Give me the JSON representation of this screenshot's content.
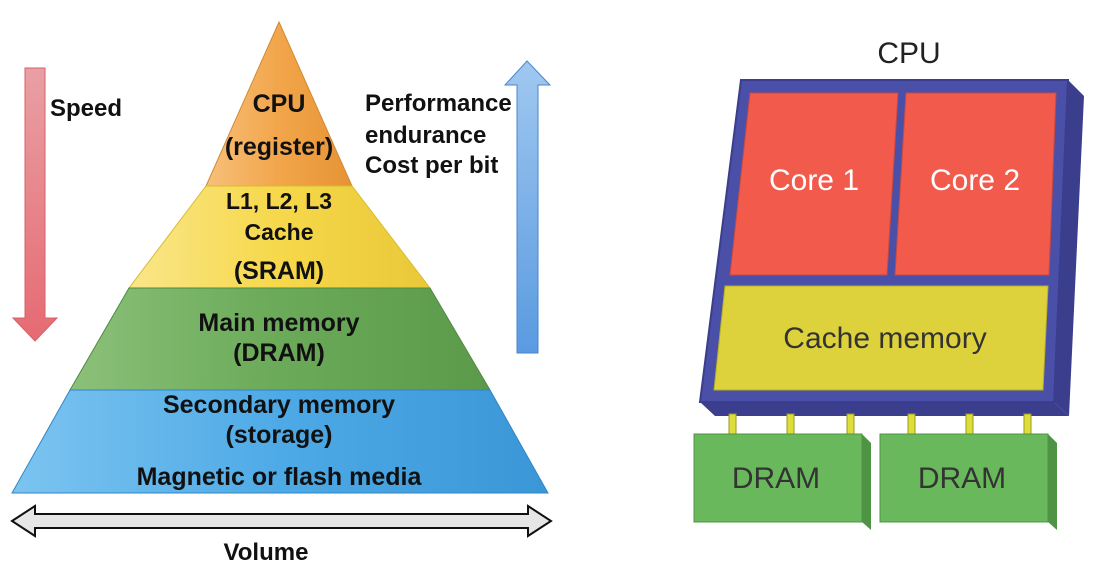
{
  "pyramid": {
    "cpu_line1": "CPU",
    "cpu_line2": "(register)",
    "cache_line1": "L1, L2, L3",
    "cache_line2": "Cache",
    "cache_line3": "(SRAM)",
    "main_line1": "Main memory",
    "main_line2": "(DRAM)",
    "secondary_line1": "Secondary memory",
    "secondary_line2": "(storage)",
    "secondary_line3": "Magnetic or flash media"
  },
  "labels": {
    "speed": "Speed",
    "performance": "Performance",
    "endurance": "endurance",
    "cost": "Cost per bit",
    "volume": "Volume"
  },
  "chip": {
    "title": "CPU",
    "core1": "Core 1",
    "core2": "Core 2",
    "cache": "Cache memory",
    "dram1": "DRAM",
    "dram2": "DRAM"
  },
  "colors": {
    "cpu_tier": "#f2a54a",
    "cache_tier": "#f6d84a",
    "main_tier": "#6aaa58",
    "secondary_tier": "#4eaae6",
    "speed_arrow": "#e8838a",
    "performance_arrow": "#7aaee6",
    "chip_border": "#4a4fa8",
    "core": "#f25a4c",
    "cache": "#ddd23c",
    "dram": "#6ab85c"
  }
}
